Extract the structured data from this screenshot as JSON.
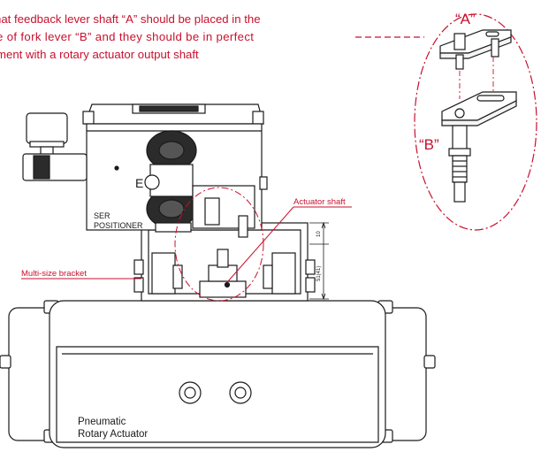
{
  "instruction": {
    "line1": "hat feedback lever shaft “A” should be placed in the",
    "line2": "e of fork lever “B” and they should be in perfect",
    "line3": "ment with a rotary actuator output shaft"
  },
  "labels": {
    "part_a": "“A”",
    "part_b": "“B”",
    "actuator_shaft": "Actuator shaft",
    "bracket": "Multi-size bracket",
    "positioner_line1": "SER",
    "positioner_line2": "POSITIONER",
    "actuator_line1": "Pneumatic",
    "actuator_line2": "Rotary Actuator",
    "dim_top": "10",
    "dim_side": "51(41)"
  },
  "colors": {
    "accent": "#c8102e",
    "line": "#1a1a1a",
    "fill_light": "#f4f4f4",
    "fill_dark": "#2b2b2b"
  }
}
